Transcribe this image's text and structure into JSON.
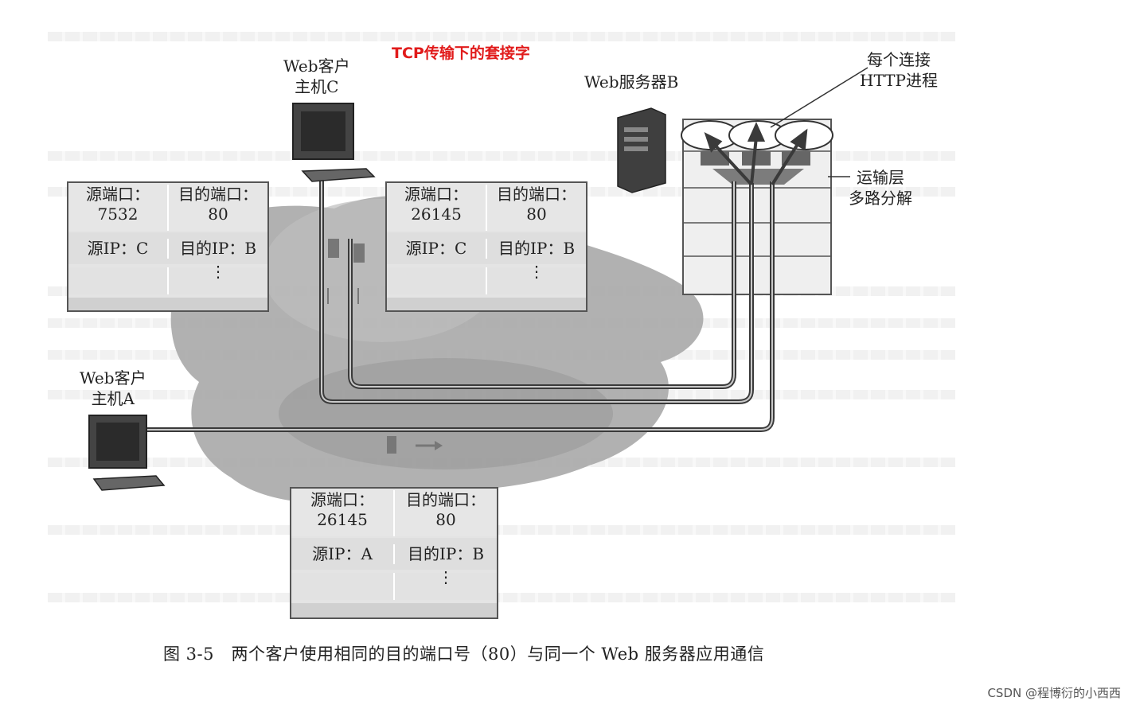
{
  "title": "TCP传输下的套接字",
  "labels": {
    "client_c": [
      "Web客户",
      "主机C"
    ],
    "client_a": [
      "Web客户",
      "主机A"
    ],
    "server_b": "Web服务器B",
    "http_process": [
      "每个连接",
      "HTTP进程"
    ],
    "demux": [
      "运输层",
      "多路分解"
    ]
  },
  "packets": [
    {
      "src_port_label": "源端口：",
      "src_port": "7532",
      "dst_port_label": "目的端口：",
      "dst_port": "80",
      "src_ip": "源IP：C",
      "dst_ip": "目的IP：B",
      "dots": "⋮"
    },
    {
      "src_port_label": "源端口：",
      "src_port": "26145",
      "dst_port_label": "目的端口：",
      "dst_port": "80",
      "src_ip": "源IP：C",
      "dst_ip": "目的IP：B",
      "dots": "⋮"
    },
    {
      "src_port_label": "源端口：",
      "src_port": "26145",
      "dst_port_label": "目的端口：",
      "dst_port": "80",
      "src_ip": "源IP：A",
      "dst_ip": "目的IP：B",
      "dots": "⋮"
    }
  ],
  "caption": "图 3-5　两个客户使用相同的目的端口号（80）与同一个 Web 服务器应用通信",
  "watermark": "CSDN @程博衍的小西西",
  "colors": {
    "title": "#e11b1b",
    "network_cloud": "#a9a9a9",
    "connection_line": "#3a3a3a"
  }
}
